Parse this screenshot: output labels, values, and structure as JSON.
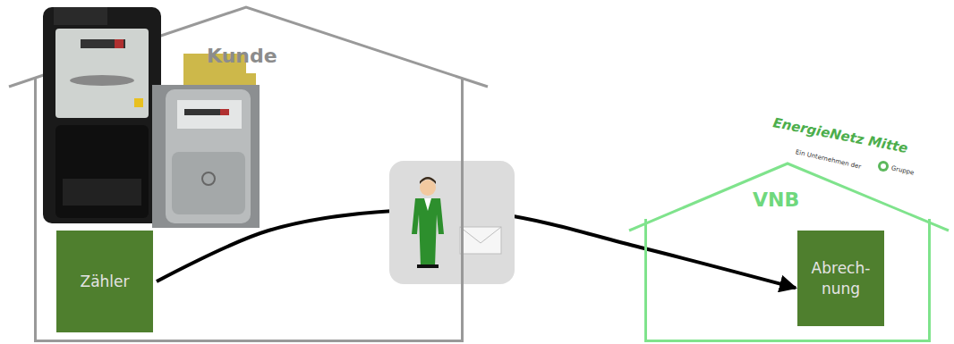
{
  "diagram": {
    "nodes": [
      {
        "text": [
          "Kunde"
        ]
      },
      {
        "text": [
          "Zähler"
        ],
        "in": 0
      },
      {
        "text": [
          "VNB"
        ]
      },
      {
        "text": [
          "Abrech- nung"
        ],
        "in": 2
      }
    ],
    "edges": [
      {
        "from": 1,
        "to": 3,
        "arrow": "to"
      }
    ],
    "labels": [
      "EnergieNetz Mitte",
      "Ein Unternehmen der",
      "Gruppe"
    ]
  }
}
